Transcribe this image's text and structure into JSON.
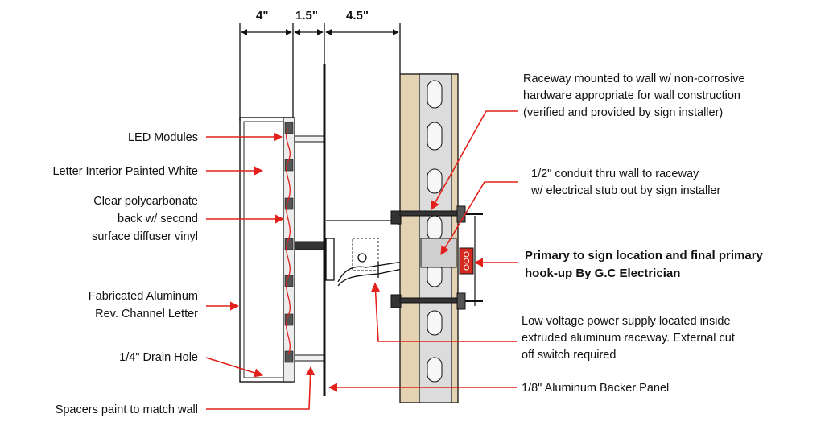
{
  "dimensions": {
    "d1": "4\"",
    "d2": "1.5\"",
    "d3": "4.5\""
  },
  "labels": {
    "led_modules": "LED Modules",
    "letter_interior": "Letter Interior Painted White",
    "polycarbonate_1": "Clear polycarbonate",
    "polycarbonate_2": "back w/ second",
    "polycarbonate_3": "surface diffuser vinyl",
    "fab_aluminum_1": "Fabricated Aluminum",
    "fab_aluminum_2": "Rev. Channel Letter",
    "drain_hole": "1/4\" Drain Hole",
    "spacers": "Spacers paint to match wall",
    "raceway_1": "Raceway mounted to wall w/ non-corrosive",
    "raceway_2": "hardware appropriate for wall construction",
    "raceway_3": "(verified and provided by sign installer)",
    "conduit_1": "1/2\" conduit thru wall to raceway",
    "conduit_2": "w/ electrical stub out by sign installer",
    "primary_1": "Primary to sign location and final primary",
    "primary_2": "hook-up By G.C Electrician",
    "lowvolt_1": "Low voltage power supply located inside",
    "lowvolt_2": "extruded aluminum raceway. External cut",
    "lowvolt_3": "off switch required",
    "backer": "1/8\" Aluminum Backer Panel"
  },
  "colors": {
    "leader": "#e3201b",
    "ink": "#111111",
    "wall": "#e4d3b3",
    "junction": "#d42a1f"
  }
}
